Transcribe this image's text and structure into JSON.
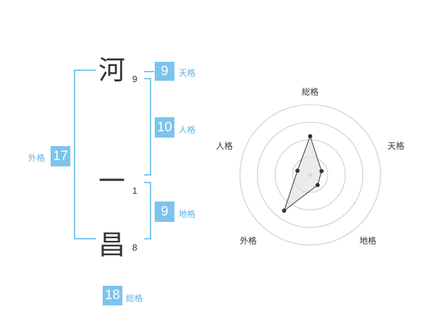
{
  "name": {
    "chars": [
      {
        "char": "河",
        "strokes": "9"
      },
      {
        "char": "一",
        "strokes": "1"
      },
      {
        "char": "昌",
        "strokes": "8"
      }
    ]
  },
  "kaku": {
    "tenkaku": {
      "value": "9",
      "label": "天格"
    },
    "jinkaku": {
      "value": "10",
      "label": "人格"
    },
    "chikaku": {
      "value": "9",
      "label": "地格"
    },
    "gaikaku": {
      "value": "17",
      "label": "外格"
    },
    "soukaku": {
      "value": "18",
      "label": "総格"
    }
  },
  "chart_data": {
    "type": "radar",
    "axes": [
      "総格",
      "天格",
      "地格",
      "外格",
      "人格"
    ],
    "values": [
      0.55,
      0.17,
      0.18,
      0.63,
      0.19
    ],
    "rings": 4,
    "colors": {
      "fill": "#dddddd",
      "line": "#333333",
      "grid": "#bbbbbb",
      "center": "#cccccc"
    }
  },
  "colors": {
    "accent": "#7cc4ee",
    "label": "#5fb3e2",
    "text": "#333333"
  }
}
